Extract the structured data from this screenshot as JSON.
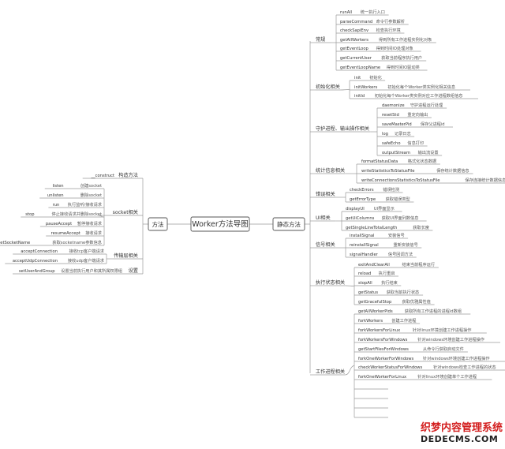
{
  "center": "Worker方法导图",
  "left_main": "方法",
  "right_main": "静态方法",
  "left_groups": [
    {
      "label": "构造方法",
      "items": [
        {
          "name": "__construct",
          "desc": ""
        }
      ]
    },
    {
      "label": "socket相关",
      "items": [
        {
          "name": "listen",
          "desc": "创建socket"
        },
        {
          "name": "unlisten",
          "desc": "删除socket"
        },
        {
          "name": "run",
          "desc": "执行监听/接收请求"
        },
        {
          "name": "stop",
          "desc": "停止接收请求并删除socket"
        },
        {
          "name": "pauseAccept",
          "desc": "暂停接收请求"
        },
        {
          "name": "resumeAccept",
          "desc": "接收请求"
        },
        {
          "name": "getSocketName",
          "desc": "获取socketname参数信息"
        }
      ]
    },
    {
      "label": "传输层相关",
      "items": [
        {
          "name": "acceptConnection",
          "desc": "接收tcp客户端请求"
        },
        {
          "name": "acceptUdpConnection",
          "desc": "接收udp客户端请求"
        }
      ]
    },
    {
      "label": "设置",
      "items": [
        {
          "name": "setUserAndGroup",
          "desc": "设置当前执行用户和其所属权限组"
        }
      ]
    }
  ],
  "right_groups": [
    {
      "label": "常规",
      "items": [
        {
          "name": "runAll",
          "desc": "统一执行入口"
        },
        {
          "name": "parseCommand",
          "desc": "命令行参数解析"
        },
        {
          "name": "checkSapiEnv",
          "desc": "检查执行环境"
        },
        {
          "name": "getAllWorkers",
          "desc": "得到所有工作进程实例化对象"
        },
        {
          "name": "getEventLoop",
          "desc": "得到时间IO处理对象"
        },
        {
          "name": "getCurrentUser",
          "desc": "获取当前程序执行用户"
        },
        {
          "name": "getEventLoopName",
          "desc": "得到时间IO驱动类"
        }
      ]
    },
    {
      "label": "初始化相关",
      "items": [
        {
          "name": "init",
          "desc": "初始化"
        },
        {
          "name": "initWorkers",
          "desc": "初始化每个Worker类实例化相关信息"
        },
        {
          "name": "initId",
          "desc": "初始化每个Worker类实例对应工作进程数组信息"
        }
      ]
    },
    {
      "label": "守护进程、输出操作相关",
      "items": [
        {
          "name": "daemonize",
          "desc": "守护进程运行处理"
        },
        {
          "name": "resetStd",
          "desc": "重定向输出"
        },
        {
          "name": "saveMasterPid",
          "desc": "保存父进程id"
        },
        {
          "name": "log",
          "desc": "记录日志"
        },
        {
          "name": "safeEcho",
          "desc": "信息打印"
        },
        {
          "name": "outputStream",
          "desc": "输出流设置"
        }
      ]
    },
    {
      "label": "统计信息相关",
      "items": [
        {
          "name": "formatStatusData",
          "desc": "格式化状态数据"
        },
        {
          "name": "writeStatisticsToStatusFile",
          "desc": "保存统计数据信息"
        },
        {
          "name": "writeConnectionsStatisticsToStatusFile",
          "desc": "保存连接统计数据信息"
        }
      ]
    },
    {
      "label": "错误相关",
      "items": [
        {
          "name": "checkErrors",
          "desc": "错误检测"
        },
        {
          "name": "getErrorType",
          "desc": "获取错误类型"
        }
      ]
    },
    {
      "label": "UI相关",
      "items": [
        {
          "name": "displayUI",
          "desc": "UI界面显示"
        },
        {
          "name": "getUiColumns",
          "desc": "获取UI界面列数信息"
        },
        {
          "name": "getSingleLineTotalLength",
          "desc": "获取长度"
        }
      ]
    },
    {
      "label": "信号相关",
      "items": [
        {
          "name": "installSignal",
          "desc": "安装信号"
        },
        {
          "name": "reinstallSignal",
          "desc": "重新安装信号"
        },
        {
          "name": "signalHandler",
          "desc": "信号回调方法"
        }
      ]
    },
    {
      "label": "执行状态相关",
      "items": [
        {
          "name": "exitAndClearAll",
          "desc": "结束当前程序运行"
        },
        {
          "name": "reload",
          "desc": "执行重启"
        },
        {
          "name": "stopAll",
          "desc": "执行结束"
        },
        {
          "name": "getStatus",
          "desc": "获取当前执行状态"
        },
        {
          "name": "getGracefulStop",
          "desc": "获取优雅属性值"
        }
      ]
    },
    {
      "label": "工作进程相关",
      "items": [
        {
          "name": "getAllWorkerPids",
          "desc": "获取所有工作进程的进程id数组"
        },
        {
          "name": "forkWorkers",
          "desc": "创建工作进程"
        },
        {
          "name": "forkWorkersForLinux",
          "desc": "针对linux环境创建工作进程操作"
        },
        {
          "name": "forkWorkersForWindows",
          "desc": "针对windows环境创建工作进程操作"
        },
        {
          "name": "getStartFilesForWindows",
          "desc": "从命令行获取启动文件"
        },
        {
          "name": "forkOneWorkerForWindows",
          "desc": "针对windows环境创建工作进程操作"
        },
        {
          "name": "checkWorkerStatusForWindows",
          "desc": "针对windows检查工作进程的状态"
        },
        {
          "name": "forkOneWorkerForLinux",
          "desc": "针对linux环境创建单个工作进程"
        },
        {
          "name": "",
          "desc": ""
        },
        {
          "name": "",
          "desc": ""
        },
        {
          "name": "",
          "desc": ""
        },
        {
          "name": "",
          "desc": ""
        }
      ]
    }
  ],
  "watermark": {
    "line1": "织梦内容管理系统",
    "line2": "DEDECMS.COM"
  }
}
